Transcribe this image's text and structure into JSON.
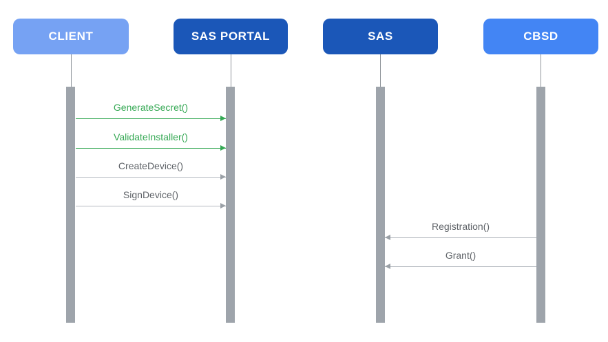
{
  "diagram": {
    "type": "sequence",
    "background": "#FFFFFF",
    "actors": [
      {
        "label": "CLIENT",
        "fill": "#76A2F3",
        "text_color": "#FFFFFF"
      },
      {
        "label": "SAS PORTAL",
        "fill": "#1B57B8",
        "text_color": "#FFFFFF"
      },
      {
        "label": "SAS",
        "fill": "#1B57B8",
        "text_color": "#FFFFFF"
      },
      {
        "label": "CBSD",
        "fill": "#4385F4",
        "text_color": "#FFFFFF"
      }
    ],
    "messages": [
      {
        "label": "GenerateSecret()",
        "from": "CLIENT",
        "to": "SAS PORTAL",
        "direction": "right",
        "color": "#34A853"
      },
      {
        "label": "ValidateInstaller()",
        "from": "CLIENT",
        "to": "SAS PORTAL",
        "direction": "right",
        "color": "#34A853"
      },
      {
        "label": "CreateDevice()",
        "from": "CLIENT",
        "to": "SAS PORTAL",
        "direction": "right",
        "color": "#9AA0A6"
      },
      {
        "label": "SignDevice()",
        "from": "CLIENT",
        "to": "SAS PORTAL",
        "direction": "right",
        "color": "#9AA0A6"
      },
      {
        "label": "Registration()",
        "from": "CBSD",
        "to": "SAS",
        "direction": "left",
        "color": "#9AA0A6"
      },
      {
        "label": "Grant()",
        "from": "CBSD",
        "to": "SAS",
        "direction": "left",
        "color": "#9AA0A6"
      }
    ],
    "lifeline_color": "#8E9399",
    "activation_color": "#9EA4AB",
    "label_text_color": "#5F6368",
    "green_accent": "#34A853"
  }
}
